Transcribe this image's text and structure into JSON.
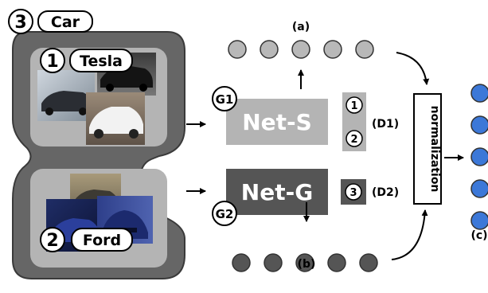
{
  "group": {
    "number": "3",
    "label": "Car",
    "fill_color": "#666666",
    "inner_fill_color": "#b4b4b4"
  },
  "classes": [
    {
      "number": "1",
      "label": "Tesla",
      "photos": [
        "tesla-dark-sedan-photo",
        "tesla-white-sedan-photo",
        "tesla-snow-sedan-photo"
      ]
    },
    {
      "number": "2",
      "label": "Ford",
      "photos": [
        "ford-mustang-classic-photo",
        "ford-mustang-blue-photo",
        "ford-mustang-front-photo"
      ]
    }
  ],
  "networks": {
    "net_s": {
      "label": "Net-S",
      "gate_label": "G1",
      "color": "#b4b4b4"
    },
    "net_g": {
      "label": "Net-G",
      "gate_label": "G2",
      "color": "#555555"
    }
  },
  "discriminators": {
    "d1": {
      "items": [
        "1",
        "2"
      ],
      "label": "(D1)",
      "color": "#b4b4b4"
    },
    "d2": {
      "items": [
        "3"
      ],
      "label": "(D2)",
      "color": "#555555"
    }
  },
  "outputs": {
    "a": {
      "label": "(a)",
      "node_count": 5,
      "color": "#b8b8b8"
    },
    "b": {
      "label": "(b)",
      "node_count": 5,
      "color": "#555555"
    },
    "c": {
      "label": "(c)",
      "node_count": 5,
      "color": "#3c78d8"
    }
  },
  "normalization": {
    "label": "normalization"
  },
  "icons": {
    "arrow": "arrow-icon",
    "curved_arrow": "curved-arrow-icon"
  }
}
